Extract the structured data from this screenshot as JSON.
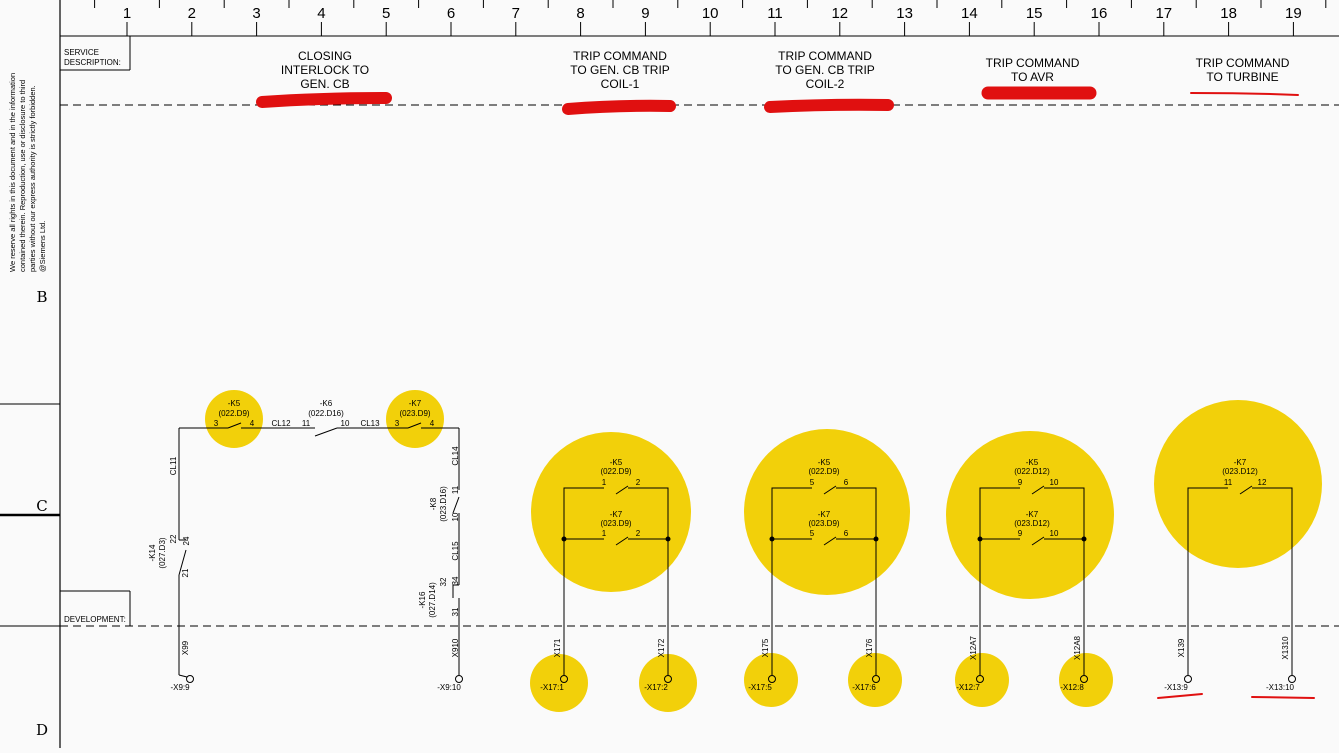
{
  "column_numbers": [
    "1",
    "2",
    "3",
    "4",
    "5",
    "6",
    "7",
    "8",
    "9",
    "10",
    "11",
    "12",
    "13",
    "14",
    "15",
    "16",
    "17",
    "18",
    "19"
  ],
  "row_letters": [
    "B",
    "C",
    "D"
  ],
  "header_service": "SERVICE DESCRIPTION:",
  "header_development": "DEVELOPMENT:",
  "copyright_lines": [
    "We reserve all rights in this document and in the information",
    "contained therein. Reproduction, use or disclosure to third",
    "parties without our express authority is strictly forbidden.",
    "@Siemens Ltd."
  ],
  "service_descriptions": [
    {
      "text": "CLOSING\nINTERLOCK TO\nGEN. CB"
    },
    {
      "text": "TRIP COMMAND\nTO GEN. CB TRIP\nCOIL-1"
    },
    {
      "text": "TRIP COMMAND\nTO GEN. CB TRIP\nCOIL-2"
    },
    {
      "text": "TRIP COMMAND\nTO AVR"
    },
    {
      "text": "TRIP COMMAND\nTO TURBINE"
    }
  ],
  "colors": {
    "highlight_yellow": "#f2d00a",
    "markup_red": "#e01010",
    "line": "#000000",
    "background": "#fafafa"
  },
  "circuit1": {
    "k5": {
      "tag": "-K5",
      "ref": "(022.D9)",
      "t1": "3",
      "t2": "4"
    },
    "cl12": "CL12",
    "k6": {
      "tag": "-K6",
      "ref": "(022.D16)",
      "t1": "11",
      "t2": "10"
    },
    "cl13": "CL13",
    "k7": {
      "tag": "-K7",
      "ref": "(023.D9)",
      "t1": "3",
      "t2": "4"
    },
    "cl11": "CL11",
    "k14": {
      "tag": "-K14",
      "ref": "(027.D3)",
      "t1": "22",
      "t2": "24",
      "t3": "21"
    },
    "x99": "X99",
    "term_left": "-X9:9",
    "cl14": "CL14",
    "k8": {
      "tag": "-K8",
      "ref": "(023.D16)",
      "t1": "11",
      "t2": "10"
    },
    "cl15": "CL15",
    "k16": {
      "tag": "-K16",
      "ref": "(027.D14)",
      "t1": "32",
      "t2": "34",
      "t3": "31"
    },
    "x910": "X910",
    "term_right": "-X9:10"
  },
  "circuit2": {
    "k5": {
      "tag": "-K5",
      "ref": "(022.D9)",
      "t1": "1",
      "t2": "2"
    },
    "k7": {
      "tag": "-K7",
      "ref": "(023.D9)",
      "t1": "1",
      "t2": "2"
    },
    "wl": "X171",
    "wr": "X172",
    "tl": "-X17:1",
    "tr": "-X17:2"
  },
  "circuit3": {
    "k5": {
      "tag": "-K5",
      "ref": "(022.D9)",
      "t1": "5",
      "t2": "6"
    },
    "k7": {
      "tag": "-K7",
      "ref": "(023.D9)",
      "t1": "5",
      "t2": "6"
    },
    "wl": "X175",
    "wr": "X176",
    "tl": "-X17:5",
    "tr": "-X17:6"
  },
  "circuit4": {
    "k5": {
      "tag": "-K5",
      "ref": "(022.D12)",
      "t1": "9",
      "t2": "10"
    },
    "k7": {
      "tag": "-K7",
      "ref": "(023.D12)",
      "t1": "9",
      "t2": "10"
    },
    "wl": "X12A7",
    "wr": "X12A8",
    "tl": "-X12:7",
    "tr": "-X12:8"
  },
  "circuit5": {
    "k7": {
      "tag": "-K7",
      "ref": "(023.D12)",
      "t1": "11",
      "t2": "12"
    },
    "wl": "X139",
    "wr": "X1310",
    "tl": "-X13:9",
    "tr": "-X13:10"
  }
}
